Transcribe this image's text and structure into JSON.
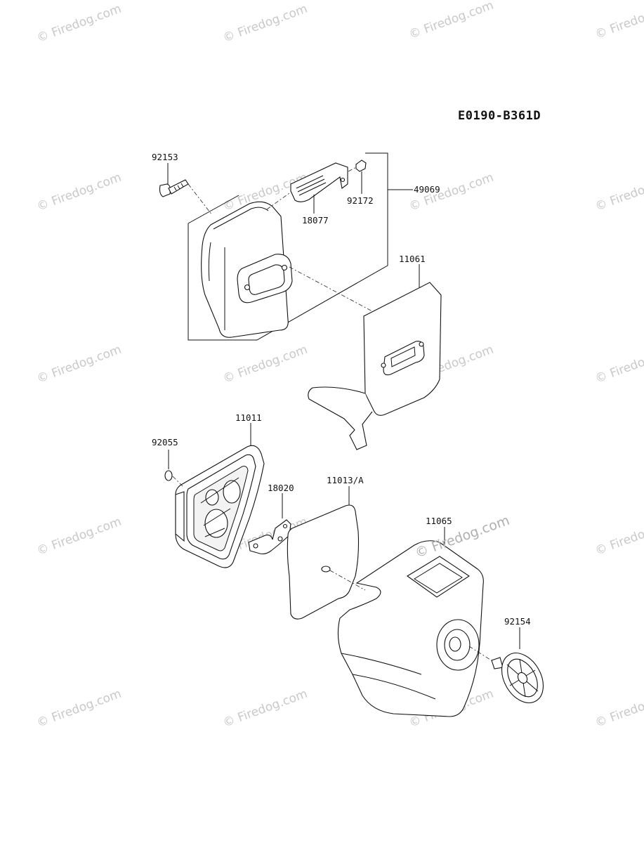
{
  "diagram": {
    "code": "E0190-B361D",
    "watermark_text": "© Firedog.com",
    "labels": {
      "p92153": "92153",
      "p18077": "18077",
      "p92172": "92172",
      "p49069": "49069",
      "p11061": "11061",
      "p11011": "11011",
      "p92055": "92055",
      "p18020": "18020",
      "p11013A": "11013/A",
      "p11065": "11065",
      "p92154": "92154"
    }
  }
}
